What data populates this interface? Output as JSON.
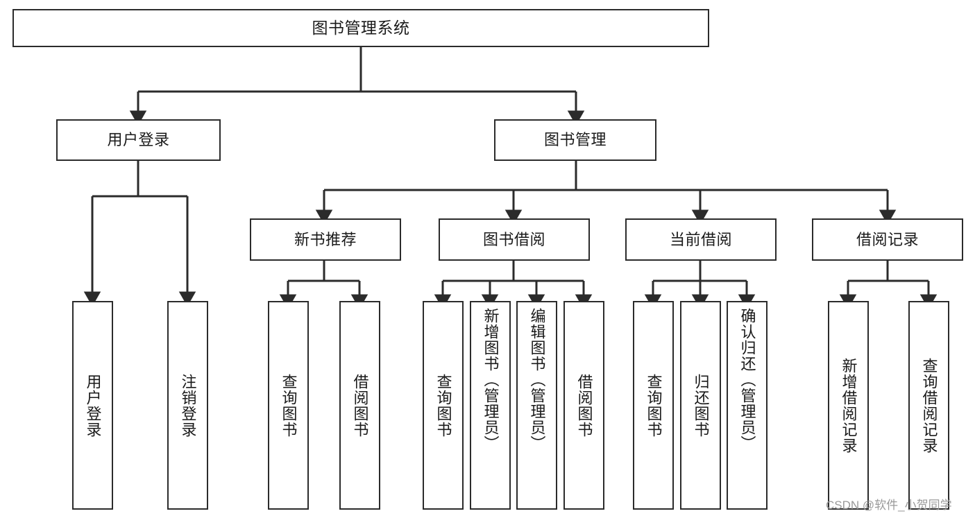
{
  "diagram": {
    "title": "图书管理系统",
    "type": "hierarchy-tree",
    "background_color": "#ffffff",
    "line_color": "#2b2b2b",
    "text_color": "#1a1a1a"
  },
  "nodes": {
    "root": {
      "label": "图书管理系统"
    },
    "level1": [
      {
        "id": "user-login",
        "label": "用户登录"
      },
      {
        "id": "book-manage",
        "label": "图书管理"
      }
    ],
    "level2": [
      {
        "id": "new-book-recommend",
        "label": "新书推荐"
      },
      {
        "id": "book-borrow",
        "label": "图书借阅"
      },
      {
        "id": "current-borrow",
        "label": "当前借阅"
      },
      {
        "id": "borrow-record",
        "label": "借阅记录"
      }
    ],
    "leaves": [
      {
        "id": "leaf-user-login",
        "label": "用户登录"
      },
      {
        "id": "leaf-user-logout",
        "label": "注销登录"
      },
      {
        "id": "leaf-query-book-1",
        "label": "查询图书"
      },
      {
        "id": "leaf-borrow-book-1",
        "label": "借阅图书"
      },
      {
        "id": "leaf-query-book-2",
        "label": "查询图书"
      },
      {
        "id": "leaf-add-book",
        "label": "新增图书（管理员）"
      },
      {
        "id": "leaf-edit-book",
        "label": "编辑图书（管理员）"
      },
      {
        "id": "leaf-borrow-book-2",
        "label": "借阅图书"
      },
      {
        "id": "leaf-query-book-3",
        "label": "查询图书"
      },
      {
        "id": "leaf-return-book",
        "label": "归还图书"
      },
      {
        "id": "leaf-confirm-return",
        "label": "确认归还（管理员）"
      },
      {
        "id": "leaf-add-record",
        "label": "新增借阅记录"
      },
      {
        "id": "leaf-query-record",
        "label": "查询借阅记录"
      }
    ]
  },
  "watermark": {
    "text": "CSDN @软件_小贺同学"
  }
}
